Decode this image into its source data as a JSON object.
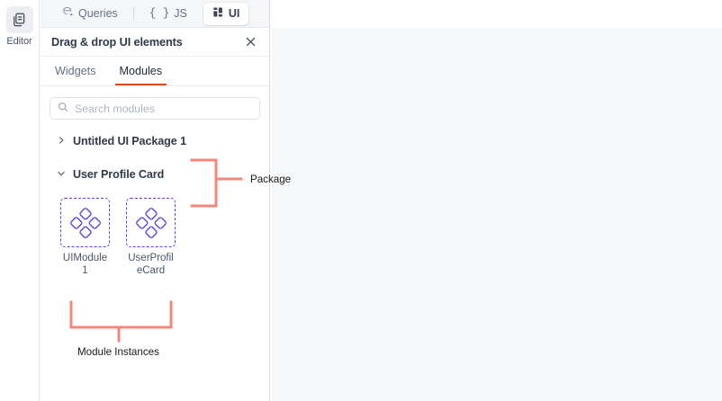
{
  "rail": {
    "items": [
      {
        "label": "Editor",
        "icon": "pages-stack-icon",
        "active": true
      }
    ]
  },
  "top_tabs": [
    {
      "label": "Queries",
      "icon": "database-query-icon",
      "active": false
    },
    {
      "label": "JS",
      "icon": "curly-braces-icon",
      "active": false
    },
    {
      "label": "UI",
      "icon": "grid-layout-icon",
      "active": true
    }
  ],
  "panel": {
    "title": "Drag & drop UI elements",
    "close_icon": "close-icon",
    "sub_tabs": [
      {
        "label": "Widgets",
        "active": false
      },
      {
        "label": "Modules",
        "active": true
      }
    ],
    "search": {
      "placeholder": "Search modules",
      "value": "",
      "icon": "search-icon"
    },
    "tree": [
      {
        "label": "Untitled UI Package 1",
        "expanded": false,
        "chevron": "chevron-right-icon"
      },
      {
        "label": "User Profile Card",
        "expanded": true,
        "chevron": "chevron-down-icon"
      }
    ],
    "modules": [
      {
        "name": "UIModule1",
        "icon": "four-diamonds-module-icon"
      },
      {
        "name": "UserProfileCard",
        "icon": "four-diamonds-module-icon"
      }
    ]
  },
  "annotations": [
    {
      "label": "Package"
    },
    {
      "label": "Module Instances"
    }
  ],
  "colors": {
    "accent_orange": "#dd4b16",
    "module_purple": "#5b41e0",
    "annotation_salmon": "#f4877c",
    "canvas_bg": "#f7f8fa",
    "panel_border": "#e7eaee"
  }
}
